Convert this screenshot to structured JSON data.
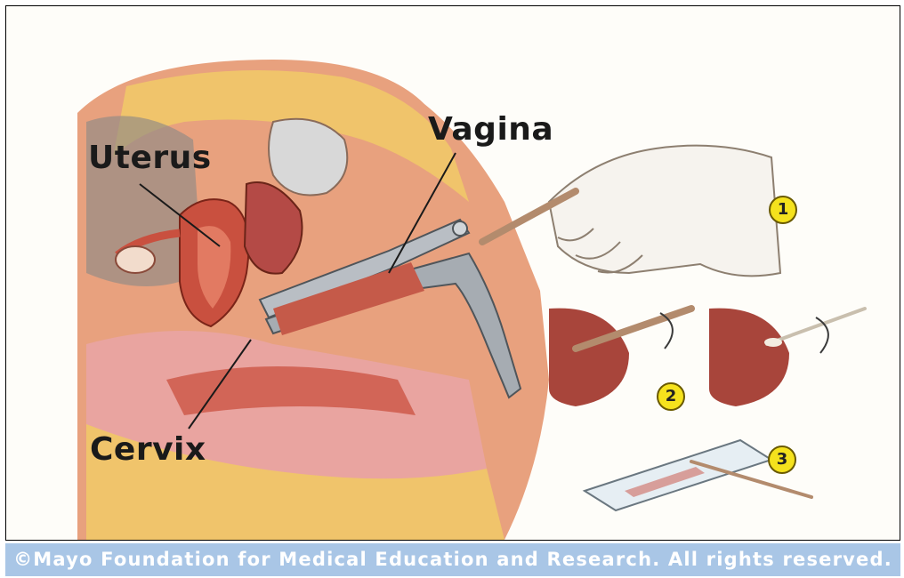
{
  "labels": {
    "uterus": "Uterus",
    "vagina": "Vagina",
    "cervix": "Cervix"
  },
  "steps": [
    "1",
    "2",
    "3"
  ],
  "footer": {
    "copyright": "©Mayo Foundation for Medical Education and Research.  All rights reserved."
  },
  "colors": {
    "skin": "#e8a17e",
    "tissue": "#c9503f",
    "fat": "#f0c46b",
    "steel": "#b9bec4",
    "step_badge": "#f5e21d",
    "footer_bar": "#a9c6e6"
  },
  "icons": [
    "speculum-icon",
    "gloved-hand-icon",
    "spatula-icon",
    "brush-icon",
    "swab-icon",
    "slide-icon",
    "rotation-arrow-icon"
  ]
}
